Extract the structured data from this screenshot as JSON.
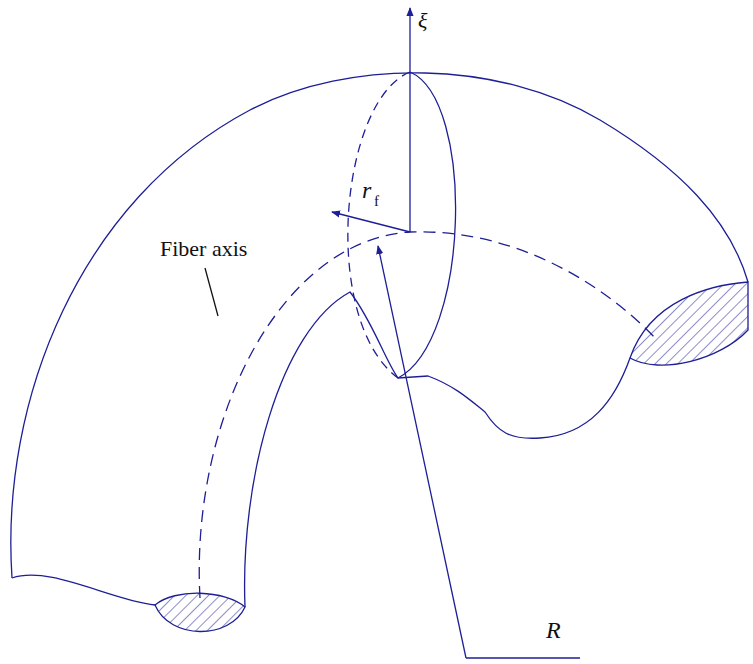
{
  "diagram": {
    "labels": [
      "ξ",
      "r",
      "f",
      "Fiber axis",
      "R"
    ]
  }
}
